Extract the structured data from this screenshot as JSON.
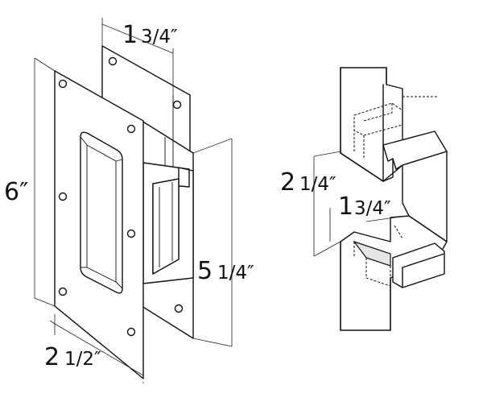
{
  "left_figure": {
    "dims": {
      "depth_whole": "1",
      "depth_frac": "3/4″",
      "height_total": "6″",
      "height_body_whole": "5",
      "height_body_frac": "1/4″",
      "width_whole": "2",
      "width_frac": "1/2″"
    }
  },
  "right_figure": {
    "dims": {
      "mortise_whole": "2",
      "mortise_frac": "1/4″",
      "depth_whole": "1",
      "depth_frac": "3/4″"
    }
  }
}
